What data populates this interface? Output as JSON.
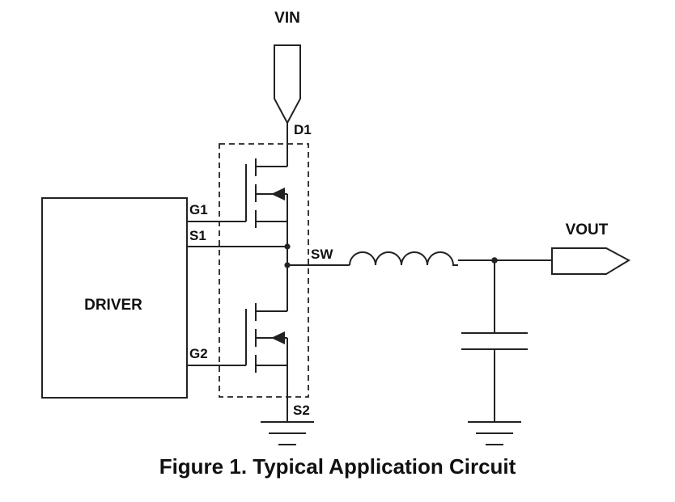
{
  "caption": "Figure 1. Typical Application Circuit",
  "labels": {
    "vin": "VIN",
    "d1": "D1",
    "g1": "G1",
    "s1": "S1",
    "sw": "SW",
    "vout": "VOUT",
    "driver": "DRIVER",
    "g2": "G2",
    "s2": "S2"
  },
  "colors": {
    "line": "#222222",
    "text": "#111111",
    "background": "#ffffff"
  }
}
